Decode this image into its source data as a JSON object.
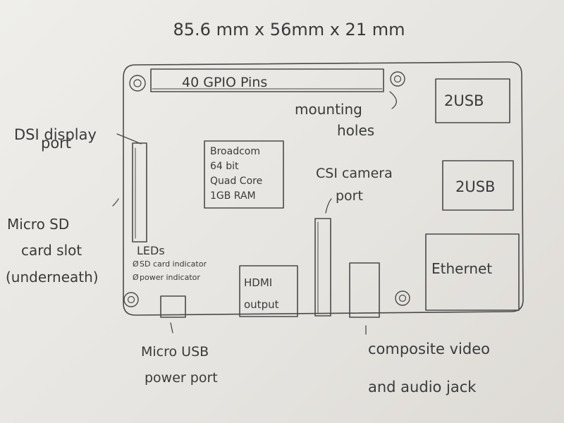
{
  "dimensions": "85.6 mm x 56mm x 21 mm",
  "gpio": "40 GPIO Pins",
  "mounting": [
    "mounting",
    "holes"
  ],
  "dsi": [
    "DSI display",
    "port"
  ],
  "chip": [
    "Broadcom",
    "64 bit",
    "Quad Core",
    "1GB RAM"
  ],
  "csi": [
    "CSI camera",
    "port"
  ],
  "usb_top": "2USB",
  "usb_bottom": "2USB",
  "ethernet": "Ethernet",
  "sd": [
    "Micro SD",
    "card slot",
    "(underneath)"
  ],
  "leds": [
    "LEDs",
    "SD card indicator",
    "power indicator"
  ],
  "hdmi": [
    "HDMI",
    "output"
  ],
  "micro_usb": [
    "Micro USB",
    "power port"
  ],
  "composite": [
    "composite video",
    "and audio jack"
  ],
  "colors": {
    "paper": "#e9e7e3",
    "pencil": "#3a3a3a"
  }
}
